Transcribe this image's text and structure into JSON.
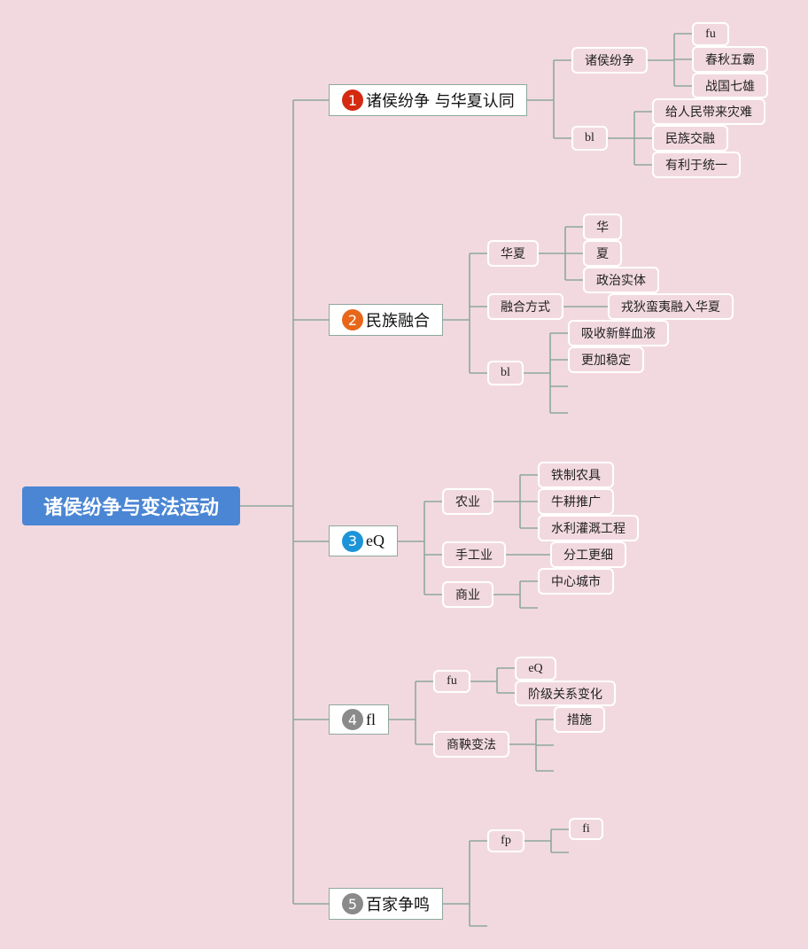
{
  "root": "诸侯纷争与变法运动",
  "colors": {
    "background": "#f2d9e0",
    "root": "#4a86d4",
    "line": "#8ea89d",
    "badge1": "#d42a12",
    "badge2": "#e8661a",
    "badge3": "#1e94d8",
    "badge4": "#8a8a8a",
    "badge5": "#8a8a8a"
  },
  "branches": [
    {
      "num": "1",
      "label": "诸侯纷争 与华夏认同",
      "children": [
        {
          "label": "诸侯纷争",
          "children": [
            "fu",
            "春秋五霸",
            "战国七雄"
          ]
        },
        {
          "label": "bl",
          "children": [
            "给人民带来灾难",
            "民族交融",
            "有利于统一"
          ]
        }
      ]
    },
    {
      "num": "2",
      "label": "民族融合",
      "children": [
        {
          "label": "华夏",
          "children": [
            "华",
            "夏",
            "政治实体"
          ]
        },
        {
          "label": "融合方式",
          "children": [
            "戎狄蛮夷融入华夏"
          ]
        },
        {
          "label": "bl",
          "children": [
            "吸收新鲜血液",
            "更加稳定"
          ]
        }
      ]
    },
    {
      "num": "3",
      "label": "eQ",
      "children": [
        {
          "label": "农业",
          "children": [
            "铁制农具",
            "牛耕推广",
            "水利灌溉工程"
          ]
        },
        {
          "label": "手工业",
          "children": [
            "分工更细"
          ]
        },
        {
          "label": "商业",
          "children": [
            "中心城市"
          ]
        }
      ]
    },
    {
      "num": "4",
      "label": "fl",
      "children": [
        {
          "label": "fu",
          "children": [
            "eQ",
            "阶级关系变化"
          ]
        },
        {
          "label": "商鞅变法",
          "children": [
            "措施"
          ]
        }
      ]
    },
    {
      "num": "5",
      "label": "百家争鸣",
      "children": [
        {
          "label": "fp",
          "children": [
            "fi"
          ]
        }
      ]
    }
  ]
}
